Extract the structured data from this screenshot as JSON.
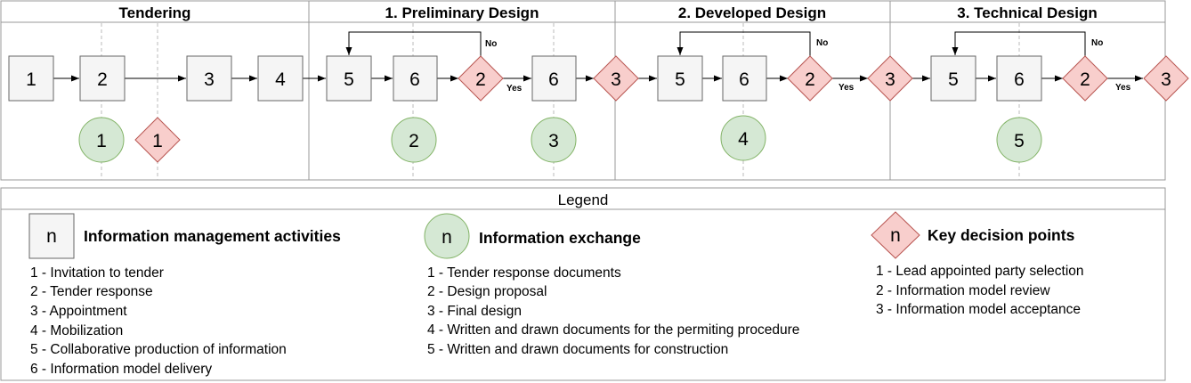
{
  "stages": [
    {
      "title": "Tendering"
    },
    {
      "title": "1. Preliminary Design"
    },
    {
      "title": "2. Developed Design"
    },
    {
      "title": "3. Technical Design"
    }
  ],
  "flow": {
    "activities": [
      "1",
      "2",
      "3",
      "4",
      "5",
      "6",
      "6",
      "5",
      "6",
      "5",
      "6"
    ],
    "decisions": [
      "2",
      "3",
      "2",
      "3",
      "2",
      "3",
      "1"
    ],
    "exchanges": [
      "1",
      "2",
      "3",
      "4",
      "5"
    ],
    "no_label": "No",
    "yes_label": "Yes"
  },
  "colors": {
    "activity_fill": "#f5f5f5",
    "exchange_fill": "#d5e8d4",
    "exchange_stroke": "#82b366",
    "decision_fill": "#f8cecc",
    "decision_stroke": "#b85450",
    "border": "#999999"
  },
  "legend": {
    "title": "Legend",
    "symbol": "n",
    "activities": {
      "heading": "Information management activities",
      "items": [
        "1 - Invitation to tender",
        "2 - Tender response",
        "3 - Appointment",
        "4 - Mobilization",
        "5 - Collaborative production of information",
        "6 - Information model delivery"
      ]
    },
    "exchange": {
      "heading": "Information exchange",
      "items": [
        "1 - Tender response documents",
        "2 - Design proposal",
        "3 - Final design",
        "4 - Written and drawn documents for the permiting procedure",
        "5 - Written and drawn documents for construction"
      ]
    },
    "decisions": {
      "heading": "Key decision points",
      "items": [
        "1 - Lead appointed party selection",
        "2 - Information model review",
        "3 - Information model acceptance"
      ]
    }
  }
}
